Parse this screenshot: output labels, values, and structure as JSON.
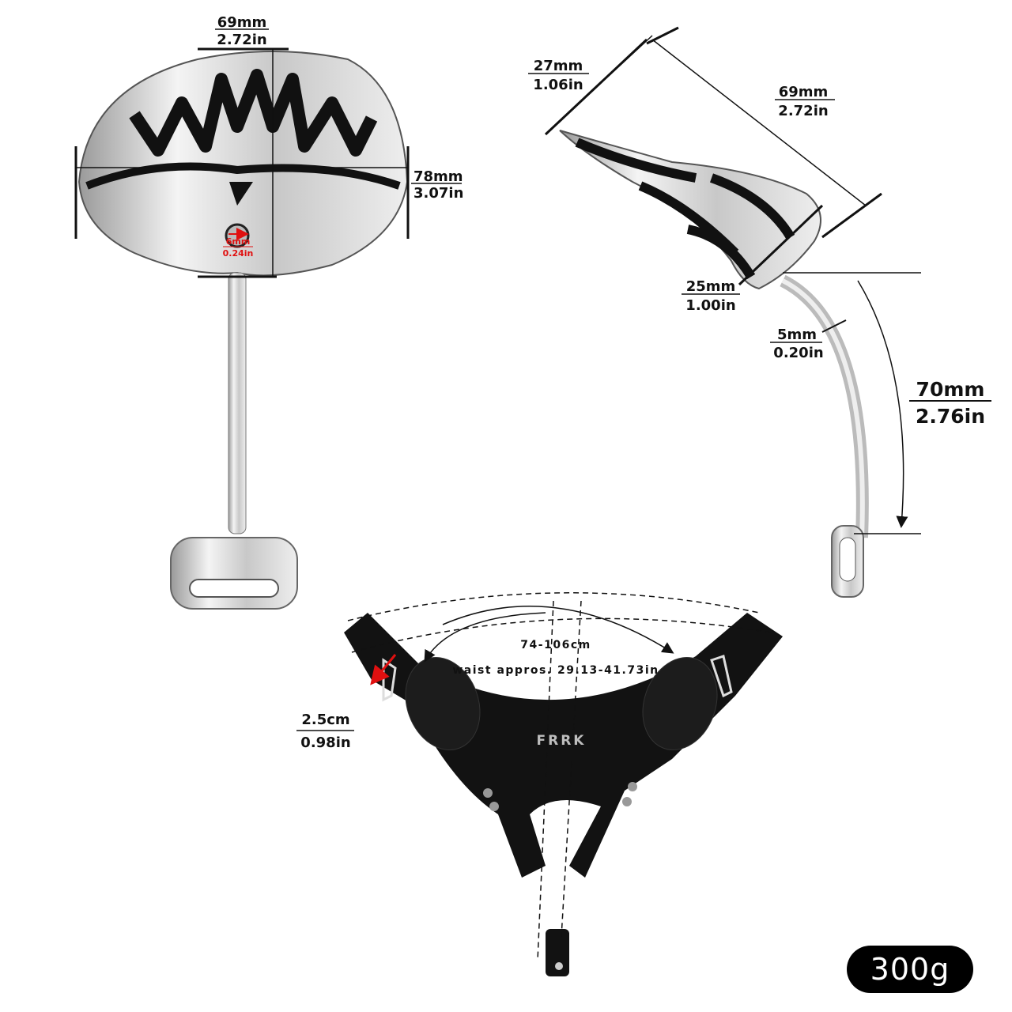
{
  "front_view": {
    "top_width": {
      "mm": "69mm",
      "in": "2.72in"
    },
    "width": {
      "mm": "78mm",
      "in": "3.07in"
    },
    "hole": {
      "mm": "6mm",
      "in": "0.24in"
    }
  },
  "side_view": {
    "depth": {
      "mm": "27mm",
      "in": "1.06in"
    },
    "length": {
      "mm": "69mm",
      "in": "2.72in"
    },
    "end": {
      "mm": "25mm",
      "in": "1.00in"
    },
    "rod": {
      "mm": "5mm",
      "in": "0.20in"
    },
    "rod_length": {
      "mm": "70mm",
      "in": "2.76in"
    }
  },
  "harness": {
    "waist_cm": "74-106cm",
    "waist_in": "waist appros.  29.13-41.73in",
    "strap_width": {
      "cm": "2.5cm",
      "in": "0.98in"
    },
    "logo": "FRRK"
  },
  "weight": "300g",
  "colors": {
    "silver": "#d9d9d9",
    "dark": "#111111",
    "accent": "#e01010"
  }
}
